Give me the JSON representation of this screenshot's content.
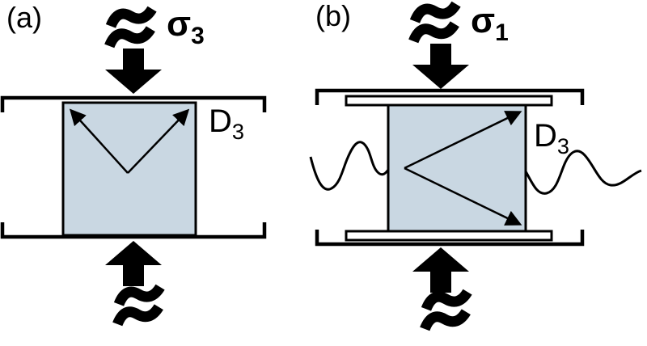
{
  "figure": {
    "colors": {
      "background": "#ffffff",
      "ink": "#000000",
      "specimen_fill": "#c9d7e2",
      "electrode_fill": "#ffffff"
    },
    "panels": [
      {
        "label": "(a)",
        "stress": {
          "symbol": "σ",
          "sub": "3"
        },
        "measure": {
          "symbol": "D",
          "sub": "3"
        }
      },
      {
        "label": "(b)",
        "stress": {
          "symbol": "σ",
          "sub": "1"
        },
        "measure": {
          "symbol": "D",
          "sub": "3"
        }
      }
    ],
    "icons": {
      "dynamic_load": "zigzag-bolt-icon",
      "compression_down": "thick-arrow-down-icon",
      "compression_up": "thick-arrow-up-icon",
      "displacement": "diagonal-displacement-arrows-icon",
      "lead_wire": "wavy-wire-icon"
    }
  }
}
